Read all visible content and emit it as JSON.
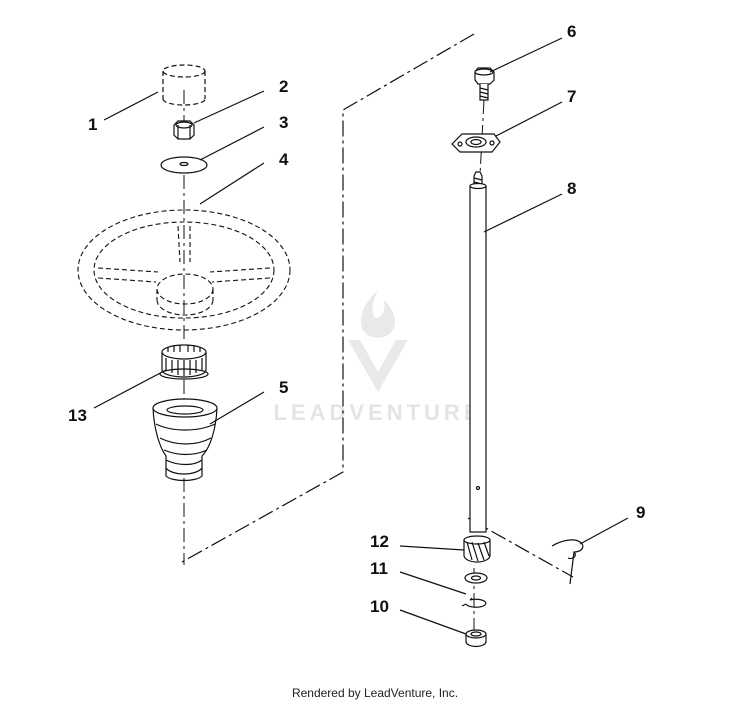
{
  "diagram": {
    "callouts": {
      "c1": "1",
      "c2": "2",
      "c3": "3",
      "c4": "4",
      "c5": "5",
      "c6": "6",
      "c7": "7",
      "c8": "8",
      "c9": "9",
      "c10": "10",
      "c11": "11",
      "c12": "12",
      "c13": "13"
    }
  },
  "watermark": {
    "text": "LEADVENTURE"
  },
  "footer": {
    "text": "Rendered by LeadVenture, Inc."
  },
  "colors": {
    "line": "#111111",
    "watermark": "#e4e4e4"
  }
}
